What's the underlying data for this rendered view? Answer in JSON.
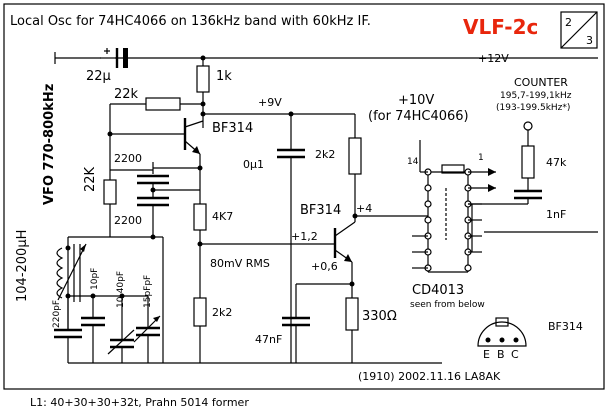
{
  "title": "Local Osc for 74HC4066 on 136kHz band with 60kHz IF.",
  "brand": "VLF-2c",
  "page_top": "2",
  "page_bottom": "3",
  "supply_12v": "+12V",
  "supply_9v": "+9V",
  "supply_10v": "+10V",
  "supply_10v_note": "(for 74HC4066)",
  "counter": {
    "label": "COUNTER",
    "range": "195,7-199,1kHz",
    "range2": "(193-199.5kHz*)"
  },
  "vfo_label": "VFO 770-800kHz",
  "inductor": "104-200µH",
  "components": {
    "c22u": "22µ",
    "r1k": "1k",
    "r22k_top": "22k",
    "q1": "BF314",
    "c2200a": "2200",
    "c2200b": "2200",
    "c0u1": "0µ1",
    "r2k2_top": "2k2",
    "r22k_left": "22K",
    "r4k7": "4K7",
    "q2": "BF314",
    "plus4": "+4",
    "plus12": "+1,2",
    "plus06": "+0,6",
    "rms": "80mV RMS",
    "r2k2_bot": "2k2",
    "c47n": "47nF",
    "r330": "330Ω",
    "c220p": "220pF",
    "c10p": "10pF",
    "c10_40p": "10-40pF",
    "c15p": "15pFpF",
    "r47k": "47k",
    "c1n": "1nF",
    "cd4013": "CD4013",
    "cd4013_note": "seen from below",
    "pin14": "14",
    "pin1": "1",
    "bf314_pinout": "BF314",
    "pin_e": "E",
    "pin_b": "B",
    "pin_c": "C"
  },
  "footer": "(1910) 2002.11.16  LA8AK",
  "coil_note": "L1: 40+30+30+32t, Prahn 5014 former"
}
